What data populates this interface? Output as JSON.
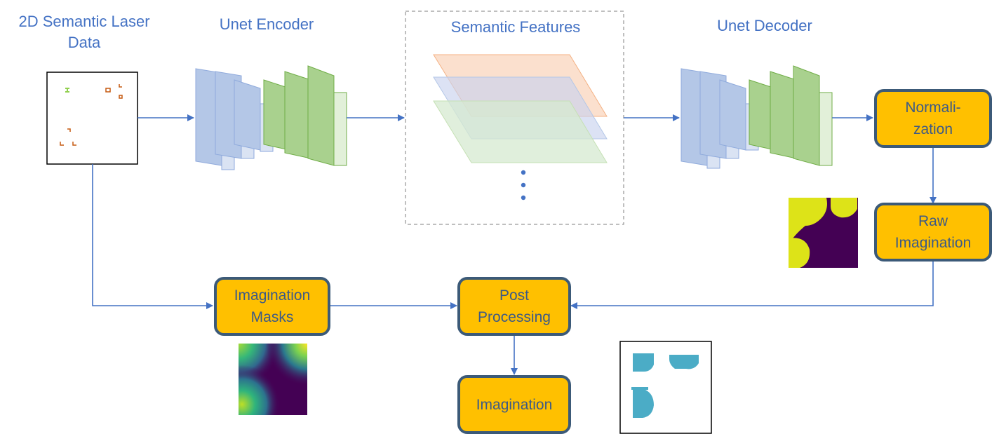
{
  "labels": {
    "laser_data_line1": "2D Semantic Laser",
    "laser_data_line2": "Data",
    "encoder": "Unet Encoder",
    "features": "Semantic Features",
    "decoder": "Unet Decoder"
  },
  "nodes": {
    "normalization_line1": "Normali-",
    "normalization_line2": "zation",
    "raw_imagination_line1": "Raw",
    "raw_imagination_line2": "Imagination",
    "imagination_masks_line1": "Imagination",
    "imagination_masks_line2": "Masks",
    "post_processing_line1": "Post",
    "post_processing_line2": "Processing",
    "imagination": "Imagination"
  },
  "colors": {
    "label_text": "#4472c4",
    "node_fill": "#ffc000",
    "node_border": "#3c5a78",
    "node_text": "#3d5a86",
    "arrow": "#4472c4",
    "encoder_blue": "#b4c7e7",
    "encoder_green": "#c5e0b4",
    "feature_orange": "#f8cbad",
    "feature_blue": "#c9d3ee",
    "feature_green": "#d5ead0",
    "viridis_dark": "#440154",
    "viridis_yellow": "#dde318",
    "segment_cyan": "#4bacc6",
    "laser_green": "#92d050",
    "laser_orange": "#c55a11"
  }
}
